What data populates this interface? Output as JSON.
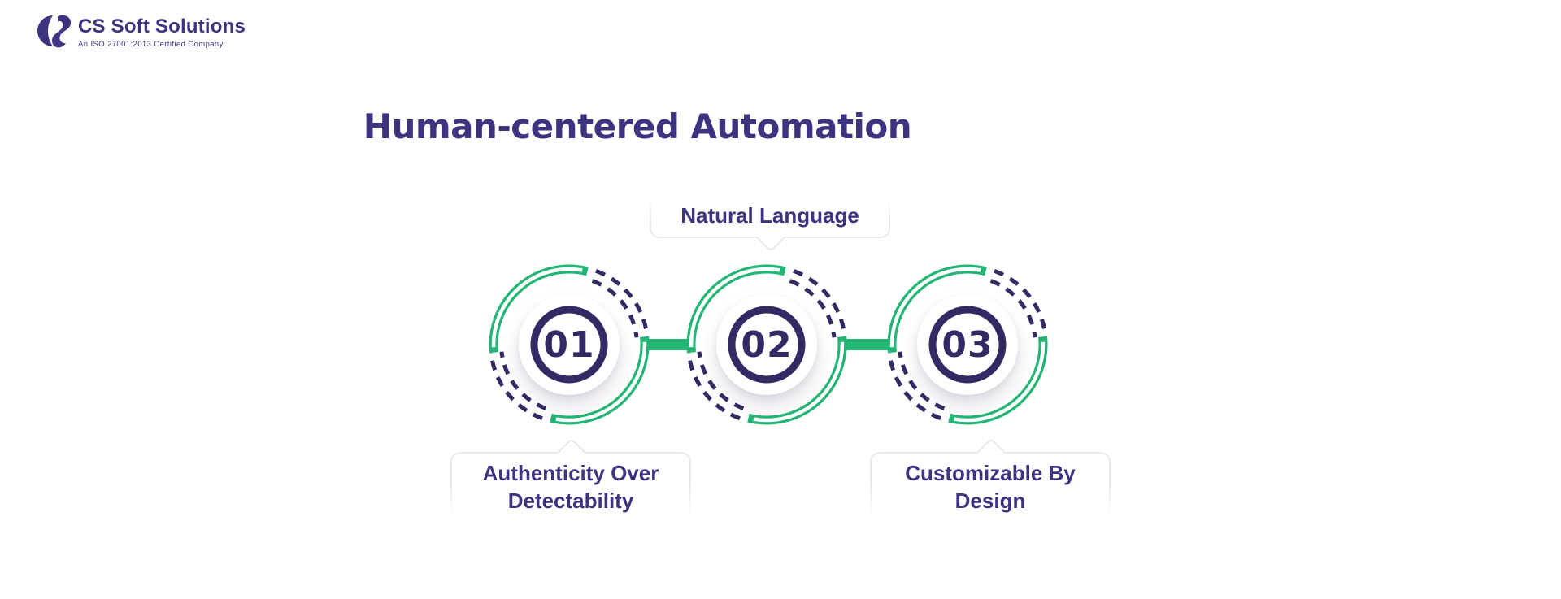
{
  "logo": {
    "company": "CS Soft Solutions",
    "tagline": "An ISO 27001:2013 Certified Company"
  },
  "title": "Human-centered Automation",
  "steps": [
    {
      "number": "01",
      "label": "Authenticity Over Detectability",
      "label_position": "below"
    },
    {
      "number": "02",
      "label": "Natural Language",
      "label_position": "above"
    },
    {
      "number": "03",
      "label": "Customizable By Design",
      "label_position": "below"
    }
  ],
  "colors": {
    "accent_green": "#22b573",
    "indigo_dark": "#332a63",
    "indigo_text": "#3d3480",
    "bubble_border": "#e9e9ed",
    "background": "#ffffff"
  }
}
